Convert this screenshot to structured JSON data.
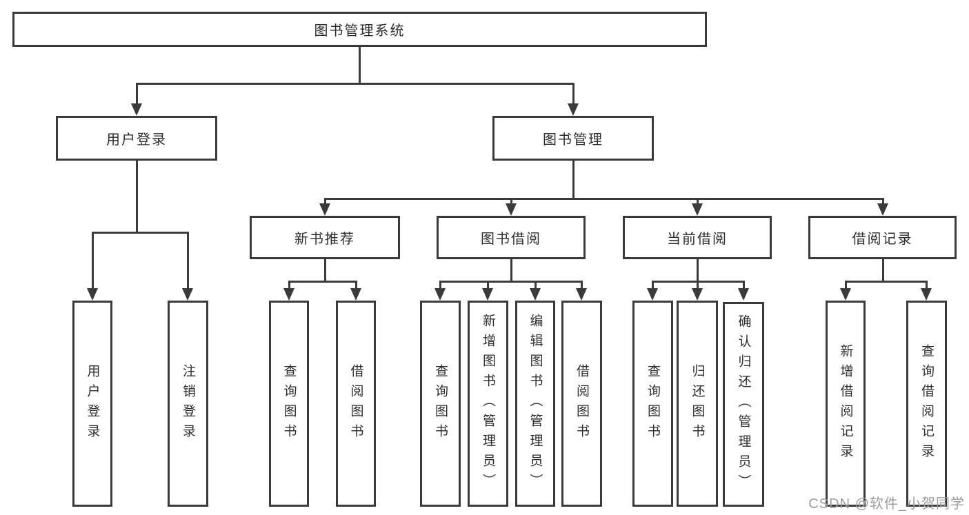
{
  "diagram": {
    "type": "hierarchy-tree",
    "nodes": {
      "root": {
        "label": "图书管理系统"
      },
      "user_login": {
        "label": "用户登录"
      },
      "book_mgmt": {
        "label": "图书管理"
      },
      "new_book_rec": {
        "label": "新书推荐"
      },
      "book_borrow": {
        "label": "图书借阅"
      },
      "current_borrow": {
        "label": "当前借阅"
      },
      "borrow_records": {
        "label": "借阅记录"
      },
      "ul_user_login": {
        "label": "用户登录"
      },
      "ul_logout": {
        "label": "注销登录"
      },
      "nbr_query_book": {
        "label": "查询图书"
      },
      "nbr_borrow_book": {
        "label": "借阅图书"
      },
      "bb_query_book": {
        "label": "查询图书"
      },
      "bb_add_book": {
        "label": "新增图书（管理员）"
      },
      "bb_edit_book": {
        "label": "编辑图书（管理员）"
      },
      "bb_borrow_book": {
        "label": "借阅图书"
      },
      "cb_query_book": {
        "label": "查询图书"
      },
      "cb_return_book": {
        "label": "归还图书"
      },
      "cb_confirm_return": {
        "label": "确认归还（管理员）"
      },
      "br_add_record": {
        "label": "新增借阅记录"
      },
      "br_query_record": {
        "label": "查询借阅记录"
      }
    },
    "edges": [
      {
        "from": "root",
        "to": "user_login"
      },
      {
        "from": "root",
        "to": "book_mgmt"
      },
      {
        "from": "user_login",
        "to": "ul_user_login"
      },
      {
        "from": "user_login",
        "to": "ul_logout"
      },
      {
        "from": "book_mgmt",
        "to": "new_book_rec"
      },
      {
        "from": "book_mgmt",
        "to": "book_borrow"
      },
      {
        "from": "book_mgmt",
        "to": "current_borrow"
      },
      {
        "from": "book_mgmt",
        "to": "borrow_records"
      },
      {
        "from": "new_book_rec",
        "to": "nbr_query_book"
      },
      {
        "from": "new_book_rec",
        "to": "nbr_borrow_book"
      },
      {
        "from": "book_borrow",
        "to": "bb_query_book"
      },
      {
        "from": "book_borrow",
        "to": "bb_add_book"
      },
      {
        "from": "book_borrow",
        "to": "bb_edit_book"
      },
      {
        "from": "book_borrow",
        "to": "bb_borrow_book"
      },
      {
        "from": "current_borrow",
        "to": "cb_query_book"
      },
      {
        "from": "current_borrow",
        "to": "cb_return_book"
      },
      {
        "from": "current_borrow",
        "to": "cb_confirm_return"
      },
      {
        "from": "borrow_records",
        "to": "br_add_record"
      },
      {
        "from": "borrow_records",
        "to": "br_query_record"
      }
    ],
    "watermark": {
      "text": "CSDN @软件_小贺同学"
    },
    "colors": {
      "line": "#3a3a3a",
      "text": "#2d2d2d",
      "watermark": "#9c9c9c",
      "background": "#ffffff"
    }
  }
}
